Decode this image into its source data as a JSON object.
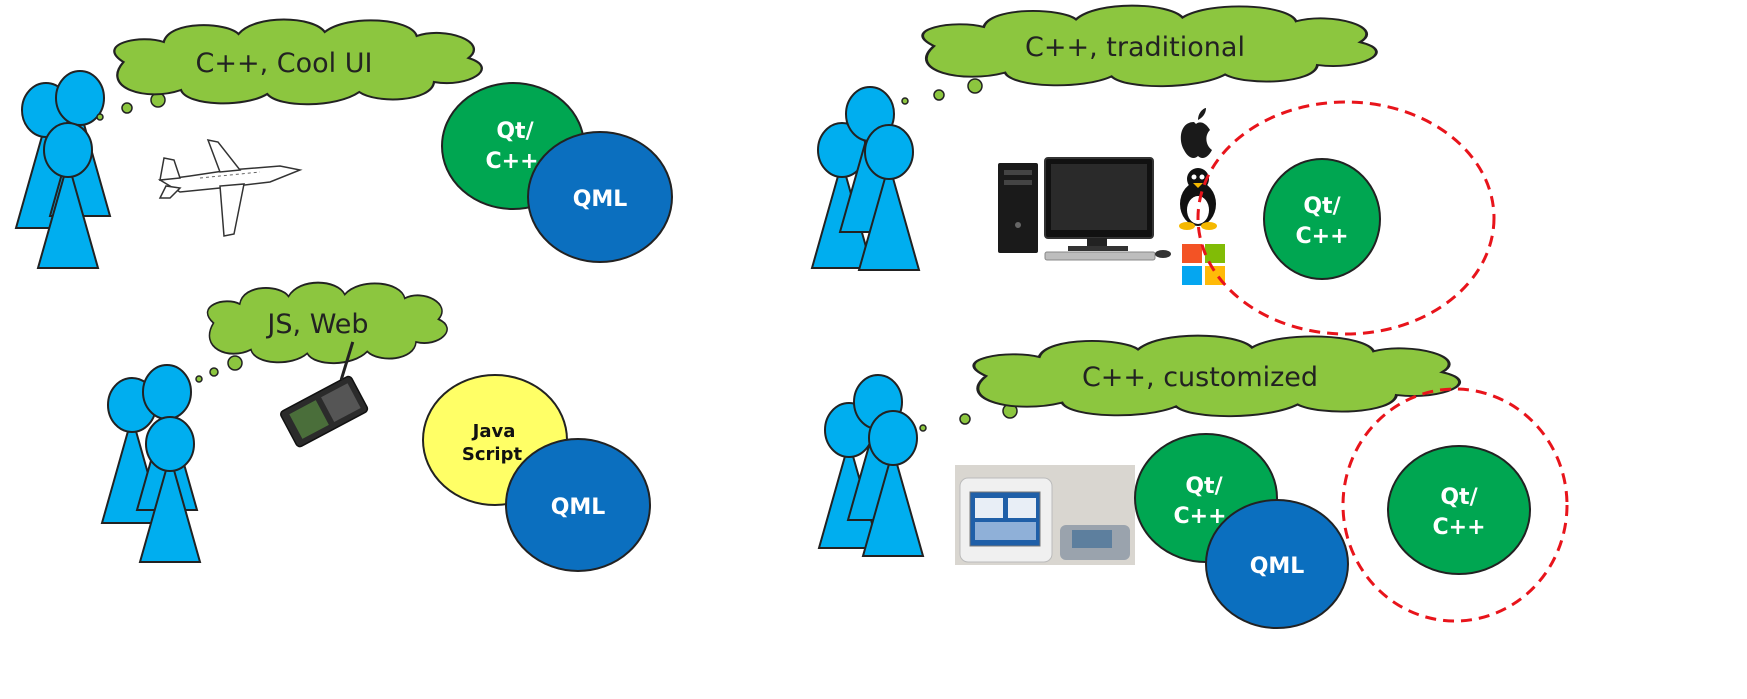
{
  "colors": {
    "person": "#00aeef",
    "cloud": "#8cc63f",
    "qt_green": "#00a651",
    "qml_blue": "#0b6fbf",
    "js_yellow": "#ffff66",
    "dashed_red": "#e8141b",
    "outline": "#222222"
  },
  "scenarios": {
    "cool_ui": {
      "thought": "C++, Cool UI",
      "illustration": "jet-airplane",
      "bubbles": [
        {
          "line1": "Qt/",
          "line2": "C++",
          "color": "qt_green"
        },
        {
          "line1": "QML",
          "line2": "",
          "color": "qml_blue"
        }
      ]
    },
    "web": {
      "thought": "JS, Web",
      "illustration": "mobile-phone",
      "bubbles": [
        {
          "line1": "Java",
          "line2": "Script",
          "color": "js_yellow"
        },
        {
          "line1": "QML",
          "line2": "",
          "color": "qml_blue"
        }
      ]
    },
    "traditional": {
      "thought": "C++, traditional",
      "illustration": "desktop-computer",
      "platform_icons": [
        "apple-icon",
        "linux-tux-icon",
        "windows-icon"
      ],
      "bubbles": [
        {
          "line1": "Qt/",
          "line2": "C++",
          "color": "qt_green",
          "highlighted": true
        }
      ]
    },
    "customized": {
      "thought": "C++, customized",
      "illustration": "medical-device",
      "bubbles": [
        {
          "line1": "Qt/",
          "line2": "C++",
          "color": "qt_green"
        },
        {
          "line1": "QML",
          "line2": "",
          "color": "qml_blue"
        },
        {
          "line1": "Qt/",
          "line2": "C++",
          "color": "qt_green",
          "highlighted": true
        }
      ]
    }
  }
}
